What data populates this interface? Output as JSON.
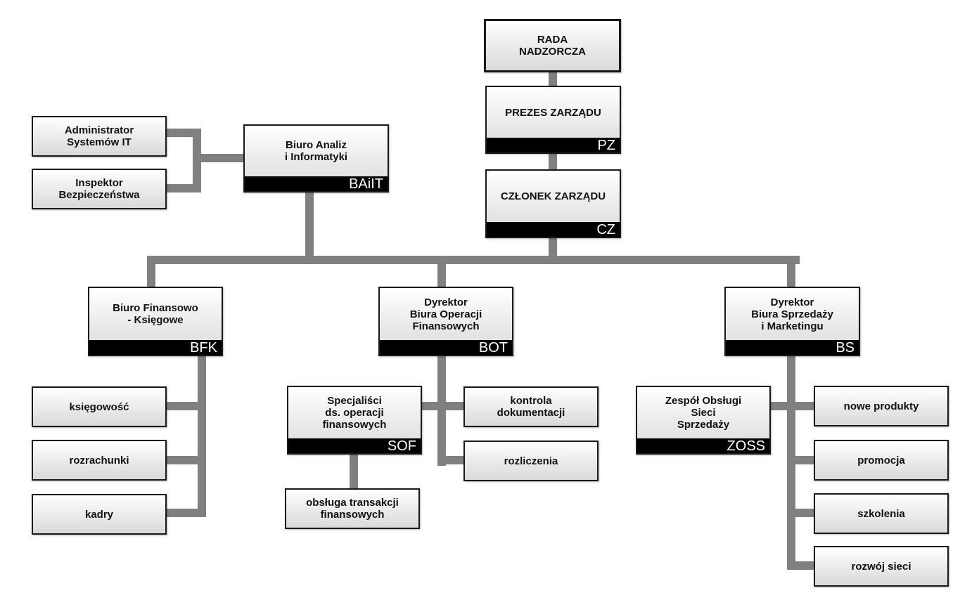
{
  "nodes": {
    "rada": {
      "title": "RADA\nNADZORCZA"
    },
    "pz": {
      "title": "PREZES ZARZĄDU",
      "code": "PZ"
    },
    "cz": {
      "title": "CZŁONEK ZARZĄDU",
      "code": "CZ"
    },
    "bait": {
      "title": "Biuro Analiz\ni Informatyki",
      "code": "BAiIT"
    },
    "admin": {
      "title": "Administrator\nSystemów IT"
    },
    "inspektor": {
      "title": "Inspektor\nBezpieczeństwa"
    },
    "bfk": {
      "title": "Biuro Finansowo\n- Księgowe",
      "code": "BFK"
    },
    "bot": {
      "title": "Dyrektor\nBiura Operacji\nFinansowych",
      "code": "BOT"
    },
    "bs": {
      "title": "Dyrektor\nBiura Sprzedaży\ni Marketingu",
      "code": "BS"
    },
    "ksiegowosc": {
      "title": "księgowość"
    },
    "rozrachunki": {
      "title": "rozrachunki"
    },
    "kadry": {
      "title": "kadry"
    },
    "sof": {
      "title": "Specjaliści\nds. operacji\nfinansowych",
      "code": "SOF"
    },
    "kontrola": {
      "title": "kontrola\ndokumentacji"
    },
    "rozliczenia": {
      "title": "rozliczenia"
    },
    "obsluga": {
      "title": "obsługa transakcji\nfinansowych"
    },
    "zoss": {
      "title": "Zespół Obsługi\nSieci\nSprzedaży",
      "code": "ZOSS"
    },
    "nowe": {
      "title": "nowe produkty"
    },
    "promocja": {
      "title": "promocja"
    },
    "szkolenia": {
      "title": "szkolenia"
    },
    "rozwoj": {
      "title": "rozwój sieci"
    }
  }
}
